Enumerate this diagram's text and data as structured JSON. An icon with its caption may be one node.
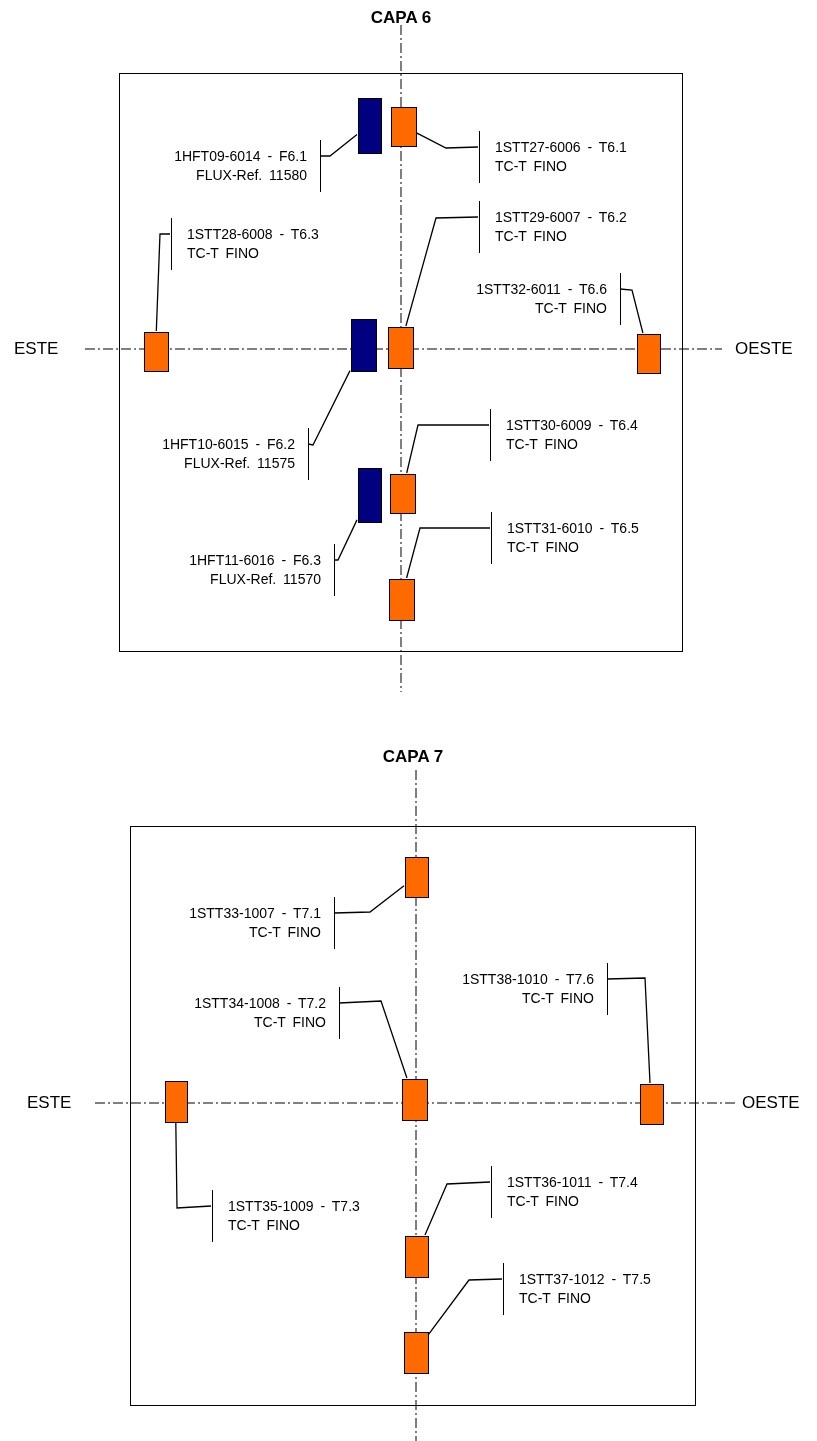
{
  "diagram": {
    "nodes": [
      {
        "text": [
          "CAPA 6"
        ]
      },
      {
        "text": [],
        "shape": "box",
        "in": 0
      },
      {
        "text": [],
        "shape": "box",
        "in": 0
      },
      {
        "text": [
          "1HFT09-6014 - F6.1",
          "FLUX-Ref. 11580"
        ],
        "in": 0
      },
      {
        "text": [
          "1STT27-6006 - T6.1",
          "TC-T FINO"
        ],
        "in": 0
      },
      {
        "text": [
          "1STT28-6008 - T6.3",
          "TC-T FINO"
        ],
        "in": 0
      },
      {
        "text": [
          "1STT29-6007 - T6.2",
          "TC-T FINO"
        ],
        "in": 0
      },
      {
        "text": [
          "1STT32-6011 - T6.6",
          "TC-T FINO"
        ],
        "in": 0
      },
      {
        "text": [],
        "shape": "box",
        "in": 0
      },
      {
        "text": [],
        "shape": "box",
        "in": 0
      },
      {
        "text": [],
        "shape": "box",
        "in": 0
      },
      {
        "text": [],
        "shape": "box",
        "in": 0
      },
      {
        "text": [
          "1HFT10-6015 - F6.2",
          "FLUX-Ref. 11575"
        ],
        "in": 0
      },
      {
        "text": [
          "1STT30-6009 - T6.4",
          "TC-T FINO"
        ],
        "in": 0
      },
      {
        "text": [],
        "shape": "box",
        "in": 0
      },
      {
        "text": [],
        "shape": "box",
        "in": 0
      },
      {
        "text": [
          "1STT31-6010 - T6.5",
          "TC-T FINO"
        ],
        "in": 0
      },
      {
        "text": [
          "1HFT11-6016 - F6.3",
          "FLUX-Ref. 11570"
        ],
        "in": 0
      },
      {
        "text": [],
        "shape": "box",
        "in": 0
      },
      {
        "text": [
          "CAPA 7"
        ]
      },
      {
        "text": [],
        "shape": "box",
        "in": 19
      },
      {
        "text": [
          "1STT33-1007 - T7.1",
          "TC-T FINO"
        ],
        "in": 19
      },
      {
        "text": [
          "1STT38-1010 - T7.6",
          "TC-T FINO"
        ],
        "in": 19
      },
      {
        "text": [
          "1STT34-1008 - T7.2",
          "TC-T FINO"
        ],
        "in": 19
      },
      {
        "text": [],
        "shape": "box",
        "in": 19
      },
      {
        "text": [],
        "shape": "box",
        "in": 19
      },
      {
        "text": [],
        "shape": "box",
        "in": 19
      },
      {
        "text": [
          "1STT36-1011 - T7.4",
          "TC-T FINO"
        ],
        "in": 19
      },
      {
        "text": [
          "1STT35-1009 - T7.3",
          "TC-T FINO"
        ],
        "in": 19
      },
      {
        "text": [],
        "shape": "box",
        "in": 19
      },
      {
        "text": [
          "1STT37-1012 - T7.5",
          "TC-T FINO"
        ],
        "in": 19
      },
      {
        "text": [],
        "shape": "box",
        "in": 19
      }
    ],
    "edges": [
      {
        "from": 3,
        "to": 1,
        "arrow": "none"
      },
      {
        "from": 4,
        "to": 2,
        "arrow": "none"
      },
      {
        "from": 5,
        "to": 8,
        "arrow": "none"
      },
      {
        "from": 6,
        "to": 10,
        "arrow": "none"
      },
      {
        "from": 7,
        "to": 11,
        "arrow": "none"
      },
      {
        "from": 12,
        "to": 9,
        "arrow": "none"
      },
      {
        "from": 13,
        "to": 15,
        "arrow": "none"
      },
      {
        "from": 16,
        "to": 18,
        "arrow": "none"
      },
      {
        "from": 17,
        "to": 14,
        "arrow": "none"
      },
      {
        "from": 21,
        "to": 20,
        "arrow": "none"
      },
      {
        "from": 23,
        "to": 25,
        "arrow": "none"
      },
      {
        "from": 22,
        "to": 26,
        "arrow": "none"
      },
      {
        "from": 28,
        "to": 24,
        "arrow": "none"
      },
      {
        "from": 27,
        "to": 29,
        "arrow": "none"
      },
      {
        "from": 30,
        "to": 31,
        "arrow": "none"
      }
    ],
    "labels": [
      "ESTE",
      "OESTE",
      "ESTE",
      "OESTE"
    ]
  }
}
